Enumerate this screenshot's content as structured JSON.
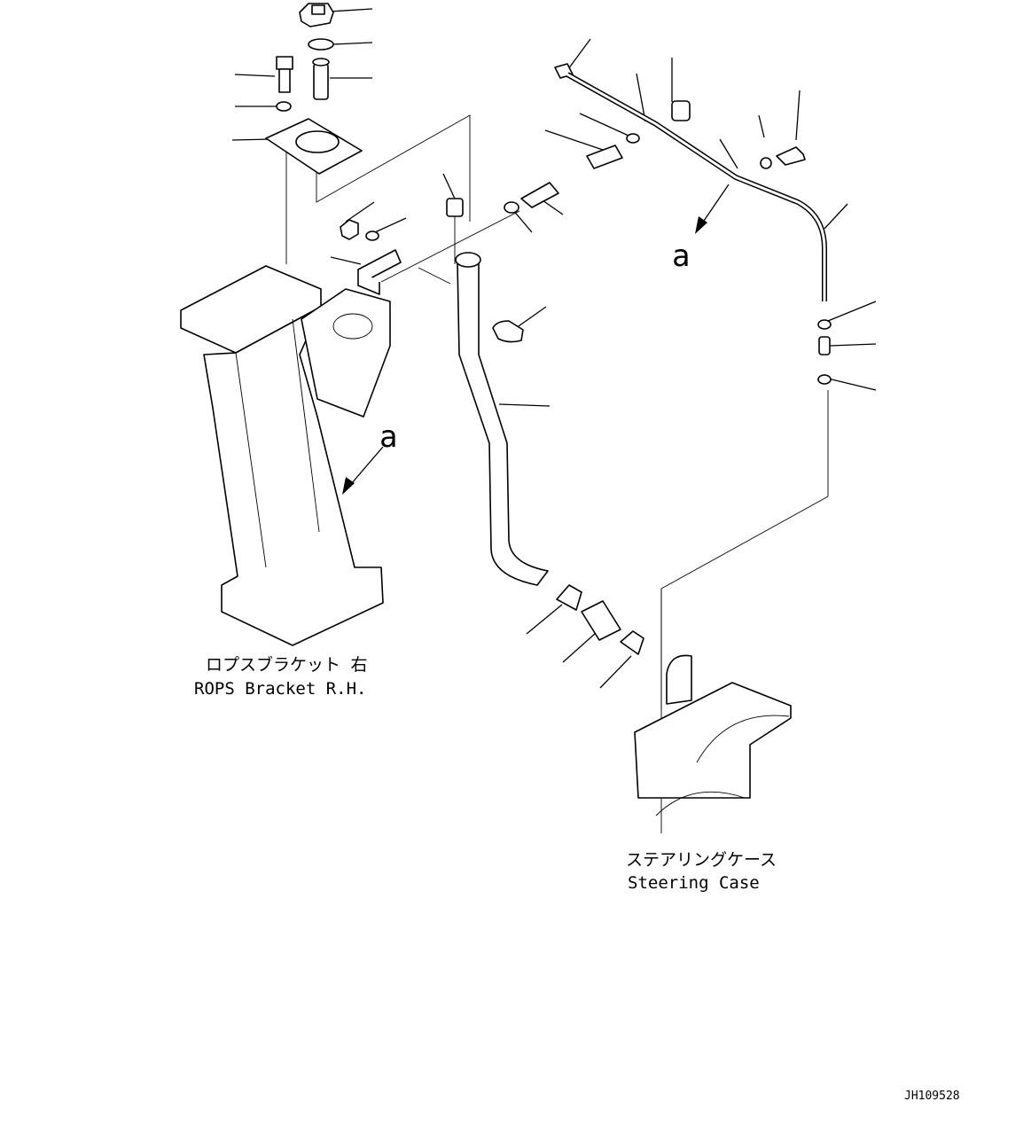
{
  "diagram": {
    "callout_a": "a",
    "rops_label_jp": "ロプスブラケット 右",
    "rops_label_en": "ROPS Bracket R.H.",
    "steering_label_jp": "ステアリングケース",
    "steering_label_en": "Steering Case",
    "drawing_number": "JH109528"
  }
}
